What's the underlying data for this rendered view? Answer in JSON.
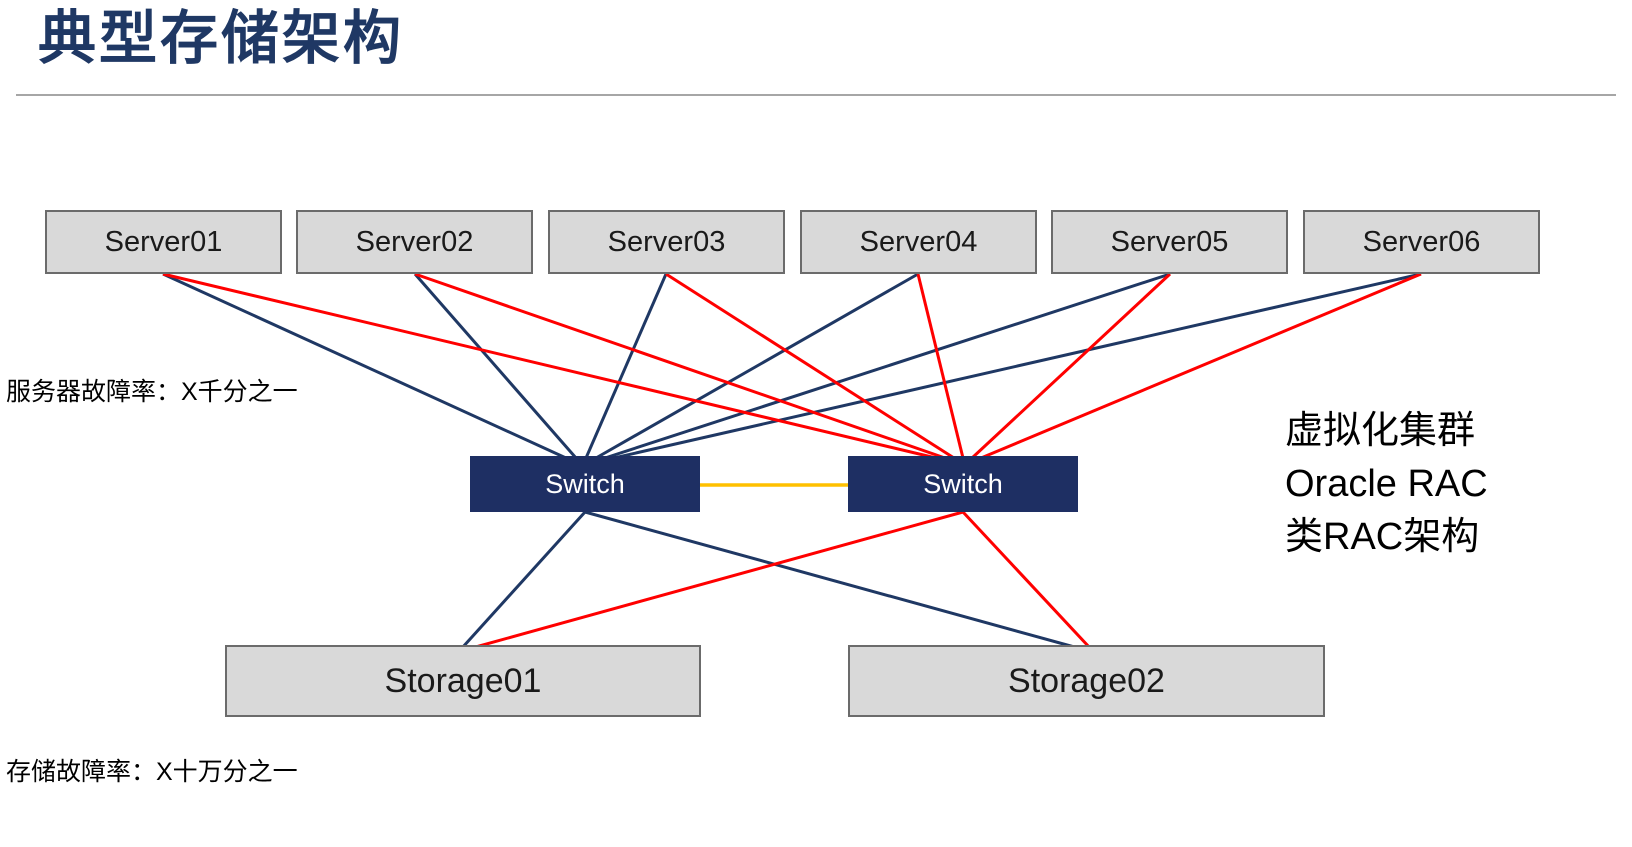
{
  "slide": {
    "title": "典型存储架构",
    "annotations": {
      "server_failure": "服务器故障率：X千分之一",
      "storage_failure": "存储故障率：X十万分之一"
    },
    "note": {
      "line1": "虚拟化集群",
      "line2": "Oracle RAC",
      "line3": "类RAC架构"
    }
  },
  "servers": [
    {
      "label": "Server01"
    },
    {
      "label": "Server02"
    },
    {
      "label": "Server03"
    },
    {
      "label": "Server04"
    },
    {
      "label": "Server05"
    },
    {
      "label": "Server06"
    }
  ],
  "switches": [
    {
      "label": "Switch"
    },
    {
      "label": "Switch"
    }
  ],
  "storages": [
    {
      "label": "Storage01"
    },
    {
      "label": "Storage02"
    }
  ],
  "colors": {
    "title_color": "#1f3864",
    "navy_link": "#1f3864",
    "red_link": "#ff0000",
    "interswitch_link": "#ffc000",
    "box_fill": "#d9d9d9",
    "box_border": "#6b6b6b",
    "switch_fill": "#1e2f63"
  }
}
